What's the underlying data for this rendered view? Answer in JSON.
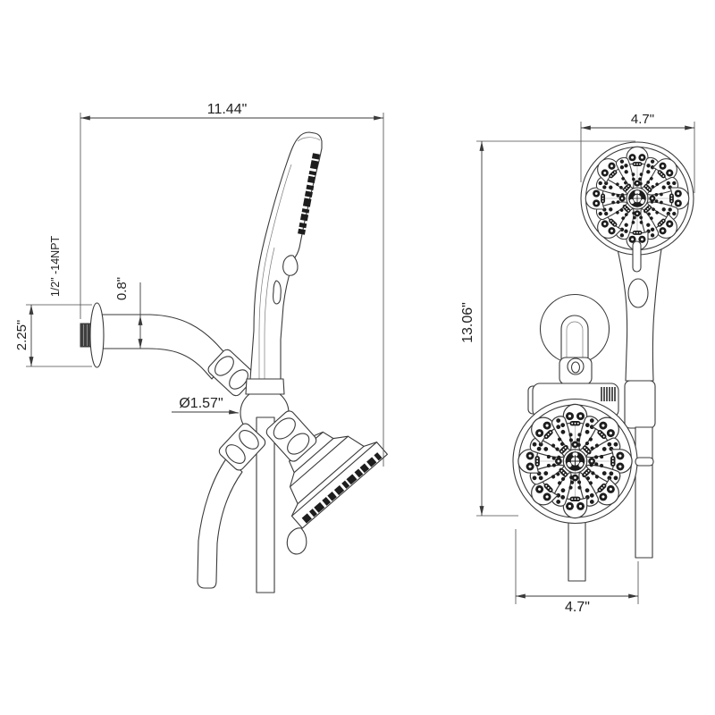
{
  "dimensions": {
    "side_view": {
      "overall_depth": "11.44\"",
      "flange_height": "2.25\"",
      "thread_spec": "1/2\" -14NPT",
      "arm_diameter": "0.8\"",
      "ball_diameter": "Ø1.57\""
    },
    "front_view": {
      "overall_height": "13.06\"",
      "handheld_diameter": "4.7\"",
      "fixed_head_diameter": "4.7\""
    }
  },
  "colors": {
    "line": "#3a3a3a",
    "dark_fill": "#1d1d1d",
    "background": "#ffffff"
  }
}
